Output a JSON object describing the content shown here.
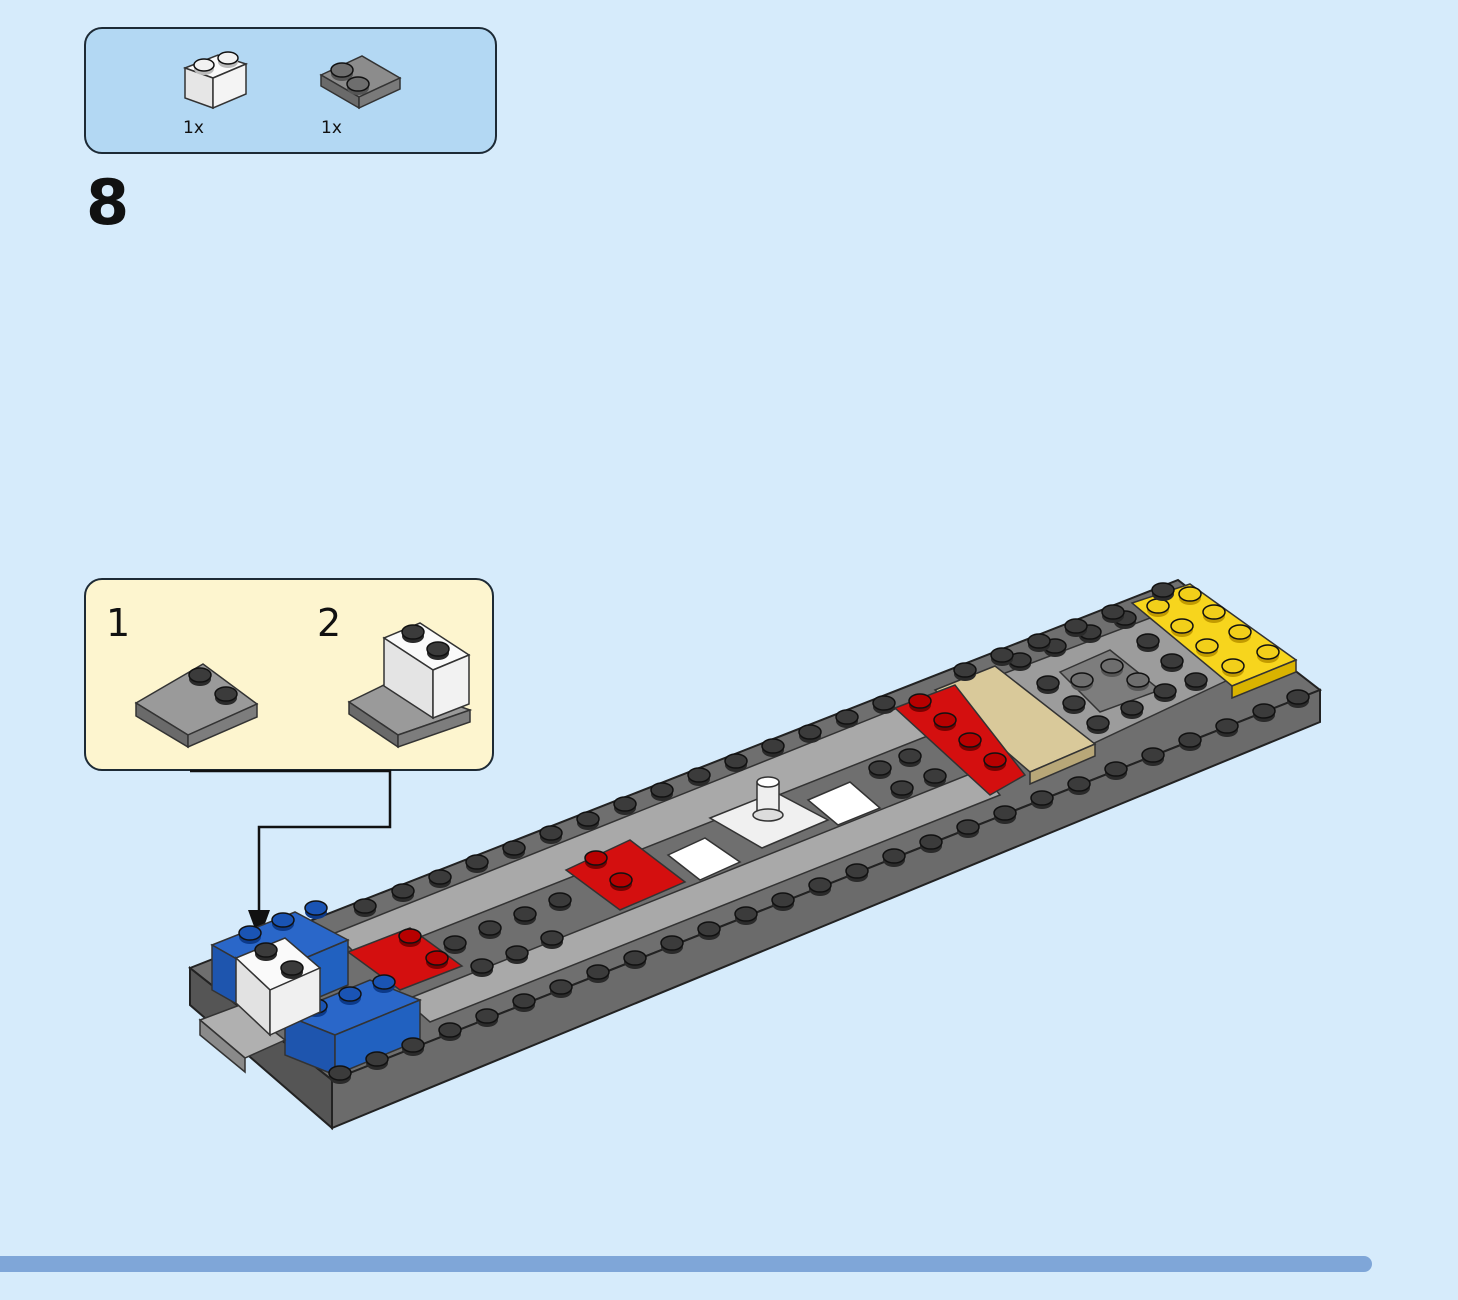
{
  "parts_list": {
    "items": [
      {
        "name": "white-brick-1x2",
        "quantity": "1x",
        "color": "#f4f4f4"
      },
      {
        "name": "dark-gray-plate-2x2-corner",
        "quantity": "1x",
        "color": "#8a8a8a"
      }
    ]
  },
  "step": {
    "number": "8"
  },
  "callout": {
    "sub_steps": [
      {
        "number": "1"
      },
      {
        "number": "2"
      }
    ]
  },
  "progress": {
    "fraction": 0.94
  },
  "colors": {
    "page_background": "#d6ebfb",
    "parts_box": "#b3d8f3",
    "callout_box": "#fdf5cf",
    "progress_bar": "#7fa6d8",
    "lego_dark_gray": "#6b6b6b",
    "lego_blue": "#1f5fbf",
    "lego_red": "#d40f0f",
    "lego_yellow": "#f7d51d",
    "lego_tan": "#d9c99a"
  }
}
